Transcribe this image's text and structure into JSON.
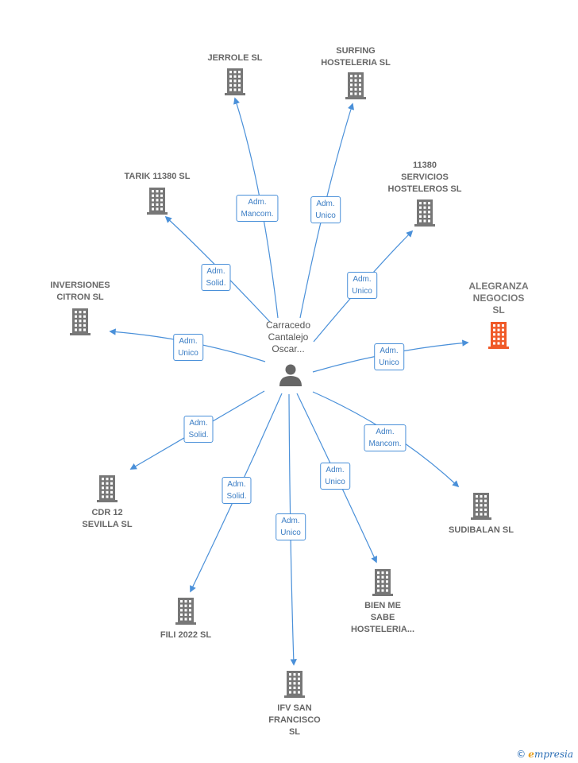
{
  "center": {
    "label": "Carracedo\nCantalejo\nOscar...",
    "icon": "person-icon"
  },
  "nodes": [
    {
      "id": "jerrole",
      "label": "JERROLE SL",
      "highlight": false
    },
    {
      "id": "surfing",
      "label": "SURFING\nHOSTELERIA SL",
      "highlight": false
    },
    {
      "id": "tarik",
      "label": "TARIK 11380 SL",
      "highlight": false
    },
    {
      "id": "servicios",
      "label": "11380\nSERVICIOS\nHOSTELEROS SL",
      "highlight": false
    },
    {
      "id": "inversiones",
      "label": "INVERSIONES\nCITRON  SL",
      "highlight": false
    },
    {
      "id": "alegranza",
      "label": "ALEGRANZA\nNEGOCIOS\nSL",
      "highlight": true
    },
    {
      "id": "cdr",
      "label": "CDR 12\nSEVILLA  SL",
      "highlight": false
    },
    {
      "id": "sudibalan",
      "label": "SUDIBALAN SL",
      "highlight": false
    },
    {
      "id": "fili",
      "label": "FILI 2022  SL",
      "highlight": false
    },
    {
      "id": "bienme",
      "label": "BIEN ME\nSABE\nHOSTELERIA...",
      "highlight": false
    },
    {
      "id": "ifv",
      "label": "IFV SAN\nFRANCISCO\nSL",
      "highlight": false
    }
  ],
  "relations": [
    {
      "to": "jerrole",
      "label": "Adm.\nMancom."
    },
    {
      "to": "surfing",
      "label": "Adm.\nUnico"
    },
    {
      "to": "tarik",
      "label": "Adm.\nSolid."
    },
    {
      "to": "servicios",
      "label": "Adm.\nUnico"
    },
    {
      "to": "inversiones",
      "label": "Adm.\nUnico"
    },
    {
      "to": "alegranza",
      "label": "Adm.\nUnico"
    },
    {
      "to": "cdr",
      "label": "Adm.\nSolid."
    },
    {
      "to": "sudibalan",
      "label": "Adm.\nMancom."
    },
    {
      "to": "fili",
      "label": "Adm.\nSolid."
    },
    {
      "to": "bienme",
      "label": "Adm.\nUnico"
    },
    {
      "to": "ifv",
      "label": "Adm.\nUnico"
    }
  ],
  "colors": {
    "edge": "#4a90d9",
    "building": "#777777",
    "highlight": "#f05a28",
    "person": "#666666"
  },
  "footer": {
    "copyright": "©",
    "brand_initial": "e",
    "brand_rest": "mpresia"
  }
}
